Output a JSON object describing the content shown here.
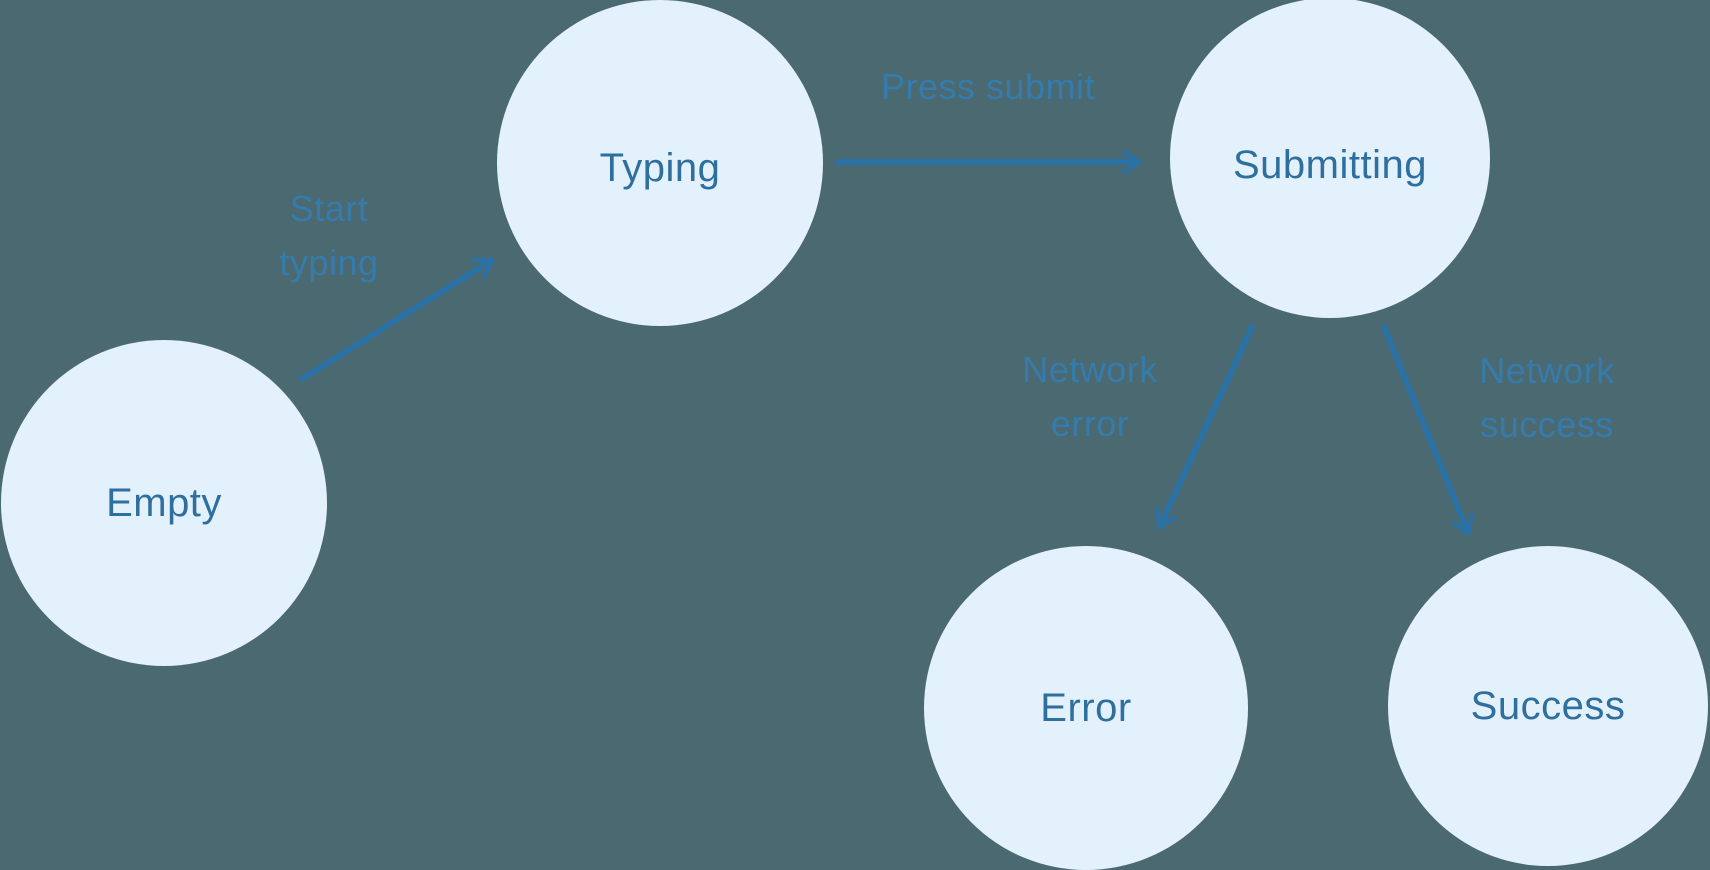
{
  "diagram": {
    "kind": "state-machine",
    "states": [
      {
        "id": "empty",
        "label": "Empty"
      },
      {
        "id": "typing",
        "label": "Typing"
      },
      {
        "id": "submitting",
        "label": "Submitting"
      },
      {
        "id": "error",
        "label": "Error"
      },
      {
        "id": "success",
        "label": "Success"
      }
    ],
    "transitions": [
      {
        "from": "empty",
        "to": "typing",
        "label": "Start typing"
      },
      {
        "from": "typing",
        "to": "submitting",
        "label": "Press submit"
      },
      {
        "from": "submitting",
        "to": "error",
        "label": "Network error"
      },
      {
        "from": "submitting",
        "to": "success",
        "label": "Network success"
      }
    ],
    "colors": {
      "background": "#4B6971",
      "node_fill": "#E3F1FC",
      "node_text": "#2E6F9E",
      "transition_text": "#357CAD",
      "arrow": "#2A72A5"
    }
  }
}
